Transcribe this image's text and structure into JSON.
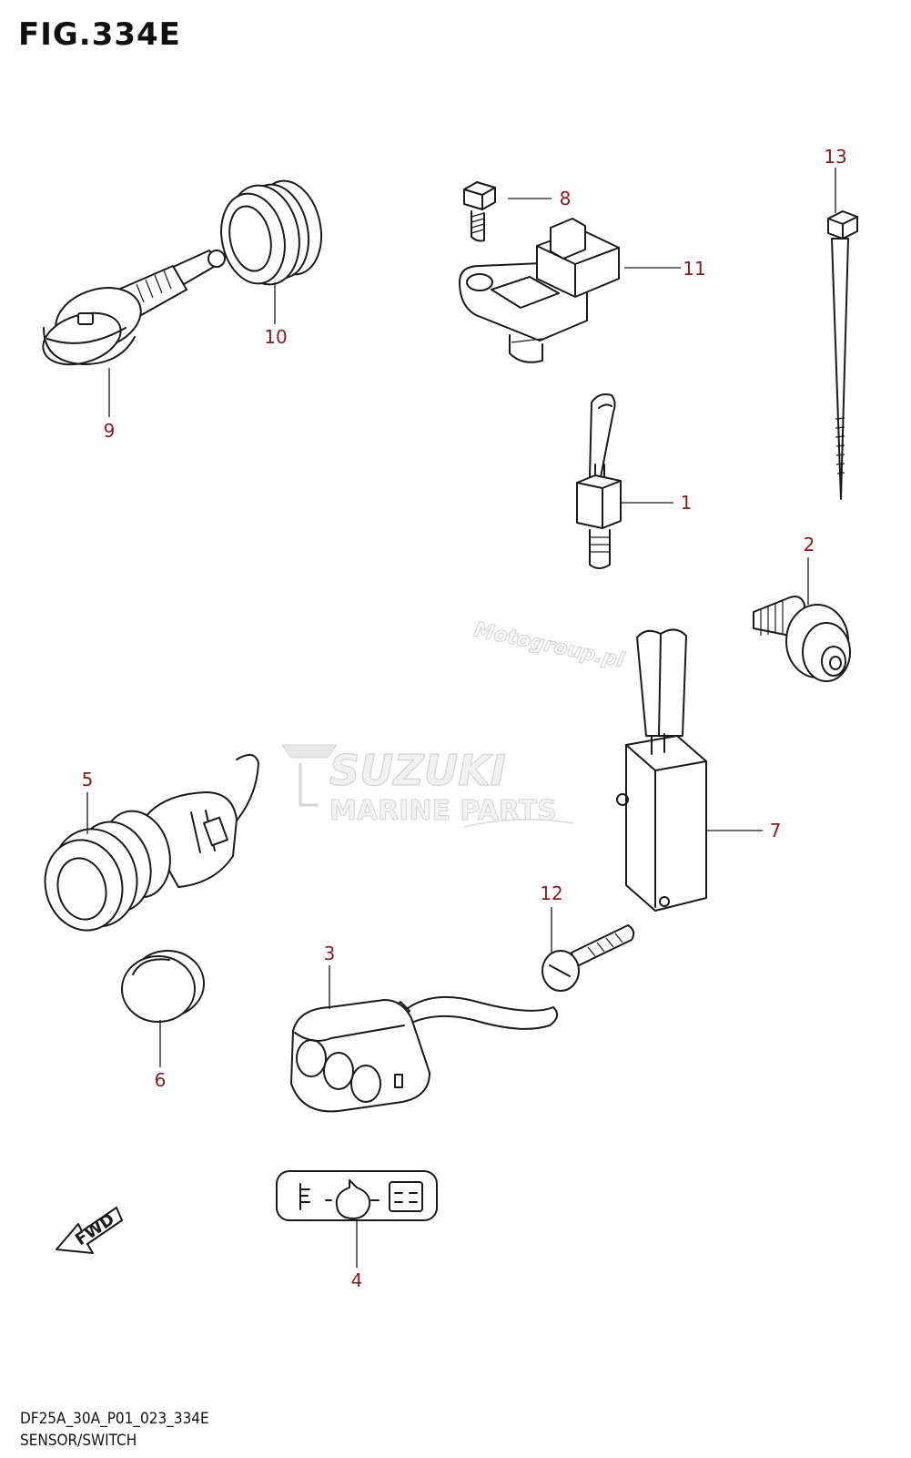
{
  "figure": {
    "title": "FIG.334E",
    "code": "DF25A_30A_P01_023_334E",
    "name": "SENSOR/SWITCH"
  },
  "callouts": [
    {
      "id": "1",
      "label": "1"
    },
    {
      "id": "2",
      "label": "2"
    },
    {
      "id": "3",
      "label": "3"
    },
    {
      "id": "4",
      "label": "4"
    },
    {
      "id": "5",
      "label": "5"
    },
    {
      "id": "6",
      "label": "6"
    },
    {
      "id": "7",
      "label": "7"
    },
    {
      "id": "8",
      "label": "8"
    },
    {
      "id": "9",
      "label": "9"
    },
    {
      "id": "10",
      "label": "10"
    },
    {
      "id": "11",
      "label": "11"
    },
    {
      "id": "12",
      "label": "12"
    },
    {
      "id": "13",
      "label": "13"
    }
  ],
  "fwd_arrow": {
    "label": "FWD"
  },
  "watermarks": {
    "site": "Motogroup.pl",
    "brand": "SUZUKI",
    "sub": "MARINE PARTS"
  },
  "colors": {
    "callout": "#8b1a1a",
    "line": "#1a1a1a",
    "watermark": "#d8d8d8"
  }
}
